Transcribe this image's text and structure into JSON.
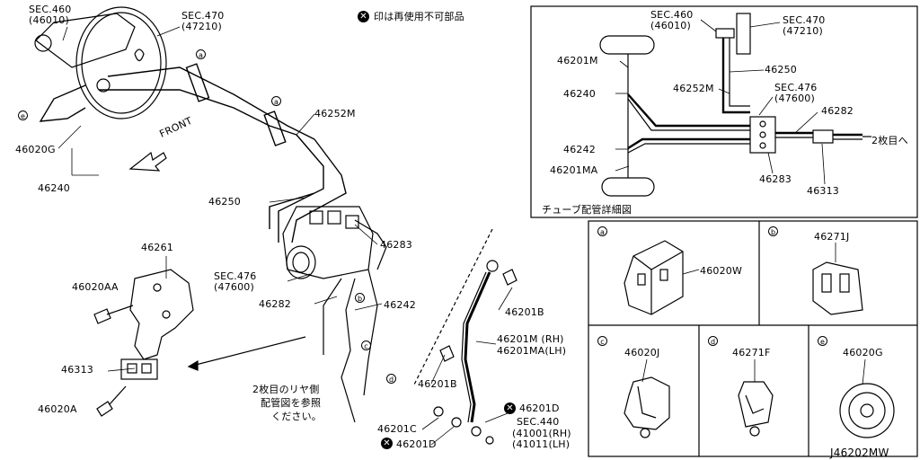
{
  "notice": {
    "text": "印は再使用不可部品"
  },
  "main_labels": {
    "sec460": "SEC.460",
    "sec460_code": "(46010)",
    "sec470": "SEC.470",
    "sec470_code": "(47210)",
    "p46020G": "46020G",
    "p46240": "46240",
    "front": "FRONT",
    "p46252M": "46252M",
    "p46250": "46250",
    "p46283": "46283",
    "sec476": "SEC.476",
    "sec476_code": "(47600)",
    "p46282": "46282",
    "p46242": "46242",
    "p46261": "46261",
    "p46020AA": "46020AA",
    "p46313": "46313",
    "p46020A": "46020A",
    "p46201B_top": "46201B",
    "p46201M_rh": "46201M (RH)",
    "p46201MA_lh": "46201MA(LH)",
    "p46201B_bottom": "46201B",
    "p46201D_top": "46201D",
    "sec440": "SEC.440",
    "sec440_rh": "(41001(RH)",
    "sec440_lh": "(41011(LH)",
    "p46201C": "46201C",
    "p46201D_bottom": "46201D",
    "rear_note_1": "2枚目のリヤ側",
    "rear_note_2": "配管図を参照",
    "rear_note_3": "ください。",
    "callout_a": "a",
    "callout_b": "b",
    "callout_c": "c",
    "callout_d": "d",
    "callout_e": "e"
  },
  "detail_panel": {
    "sec460": "SEC.460",
    "sec460_code": "(46010)",
    "sec470": "SEC.470",
    "sec470_code": "(47210)",
    "p46201M": "46201M",
    "p46250": "46250",
    "p46240": "46240",
    "p46252M": "46252M",
    "sec476": "SEC.476",
    "sec476_code": "(47600)",
    "p46282": "46282",
    "p46242": "46242",
    "to_second": "2枚目へ",
    "p46201MA": "46201MA",
    "p46283": "46283",
    "p46313": "46313",
    "caption": "チューブ配管詳細図"
  },
  "parts_boxes": [
    {
      "callout": "a",
      "part": "46020W"
    },
    {
      "callout": "b",
      "part": "46271J"
    },
    {
      "callout": "c",
      "part": "46020J"
    },
    {
      "callout": "d",
      "part": "46271F"
    },
    {
      "callout": "e",
      "part": "46020G"
    }
  ],
  "diagram_id": "J46202MW",
  "xmark_symbol": "✕"
}
